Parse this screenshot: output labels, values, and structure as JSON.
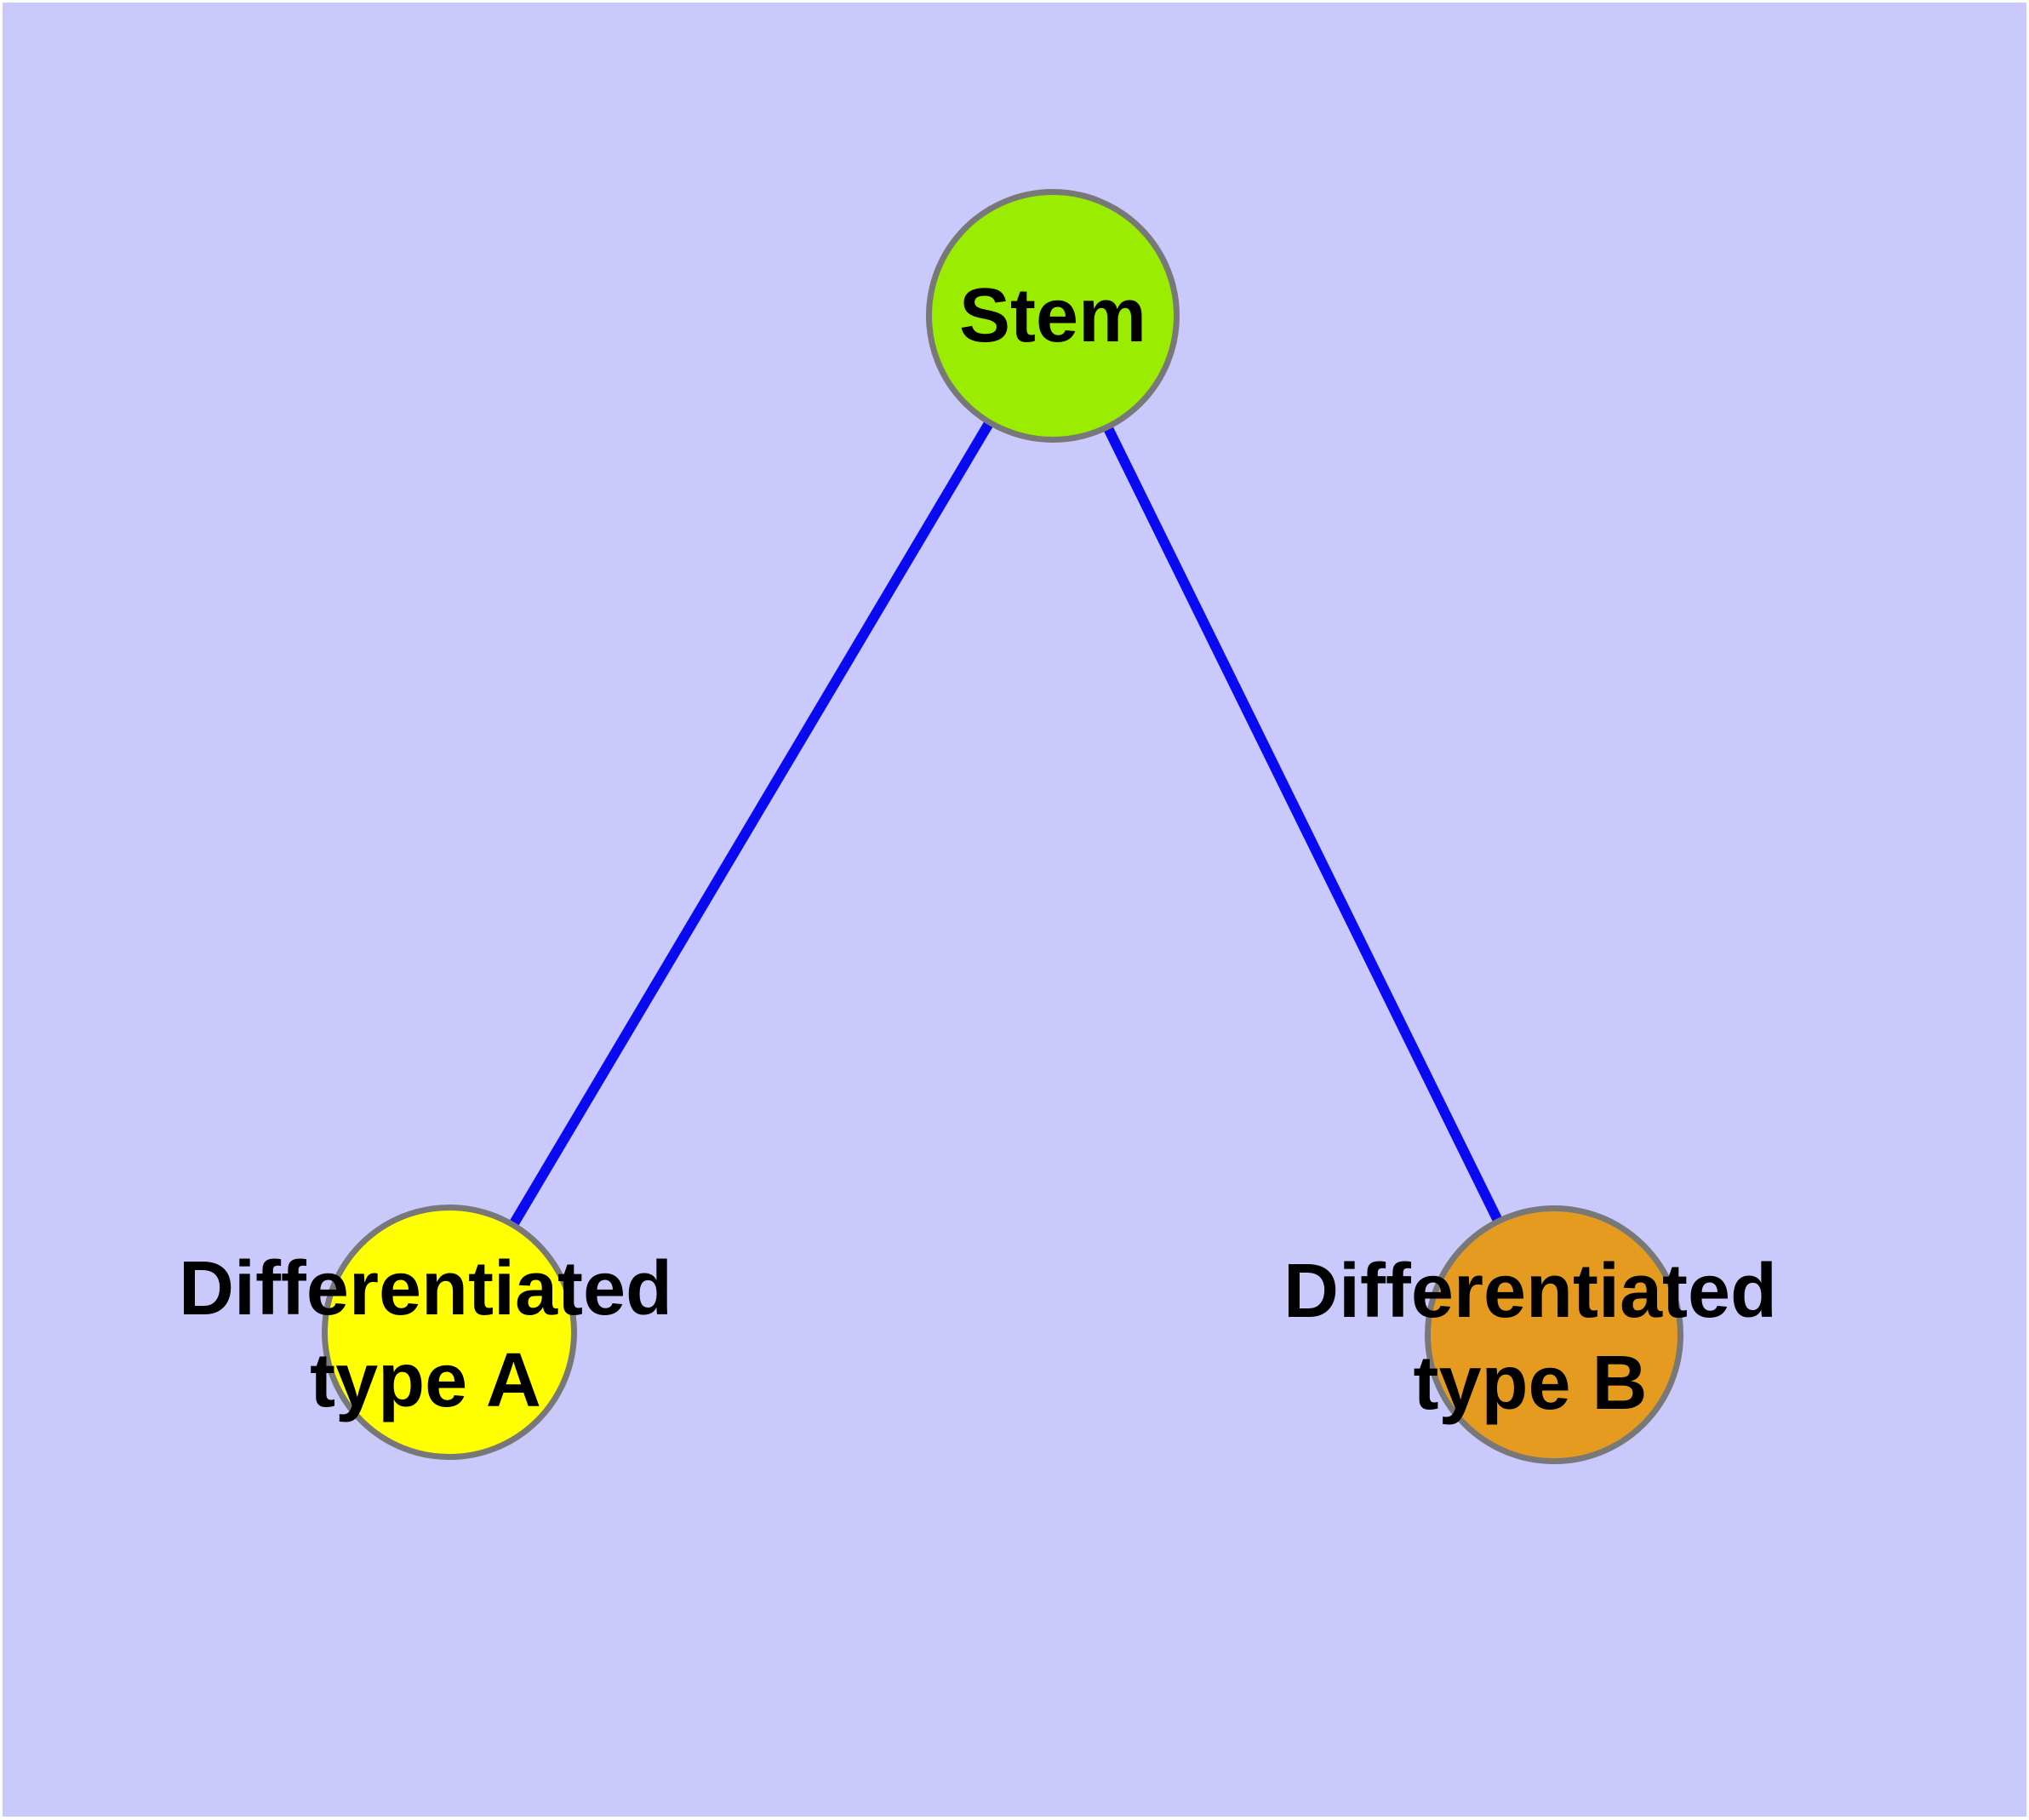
{
  "diagram": {
    "type": "graph",
    "background_color": "#c9c9fb",
    "frame_color": "#ffffff",
    "edge_color": "#0a0af2",
    "node_border_color": "#787878",
    "nodes": [
      {
        "id": "stem",
        "label": "Stem",
        "fill": "#9aed00"
      },
      {
        "id": "diff_a",
        "label": "Differentiated\ntype A",
        "fill": "#ffff00"
      },
      {
        "id": "diff_b",
        "label": "Differentiated\ntype B",
        "fill": "#e59b1f"
      }
    ],
    "edges": [
      {
        "from": "stem",
        "to": "diff_a"
      },
      {
        "from": "stem",
        "to": "diff_b"
      }
    ]
  }
}
